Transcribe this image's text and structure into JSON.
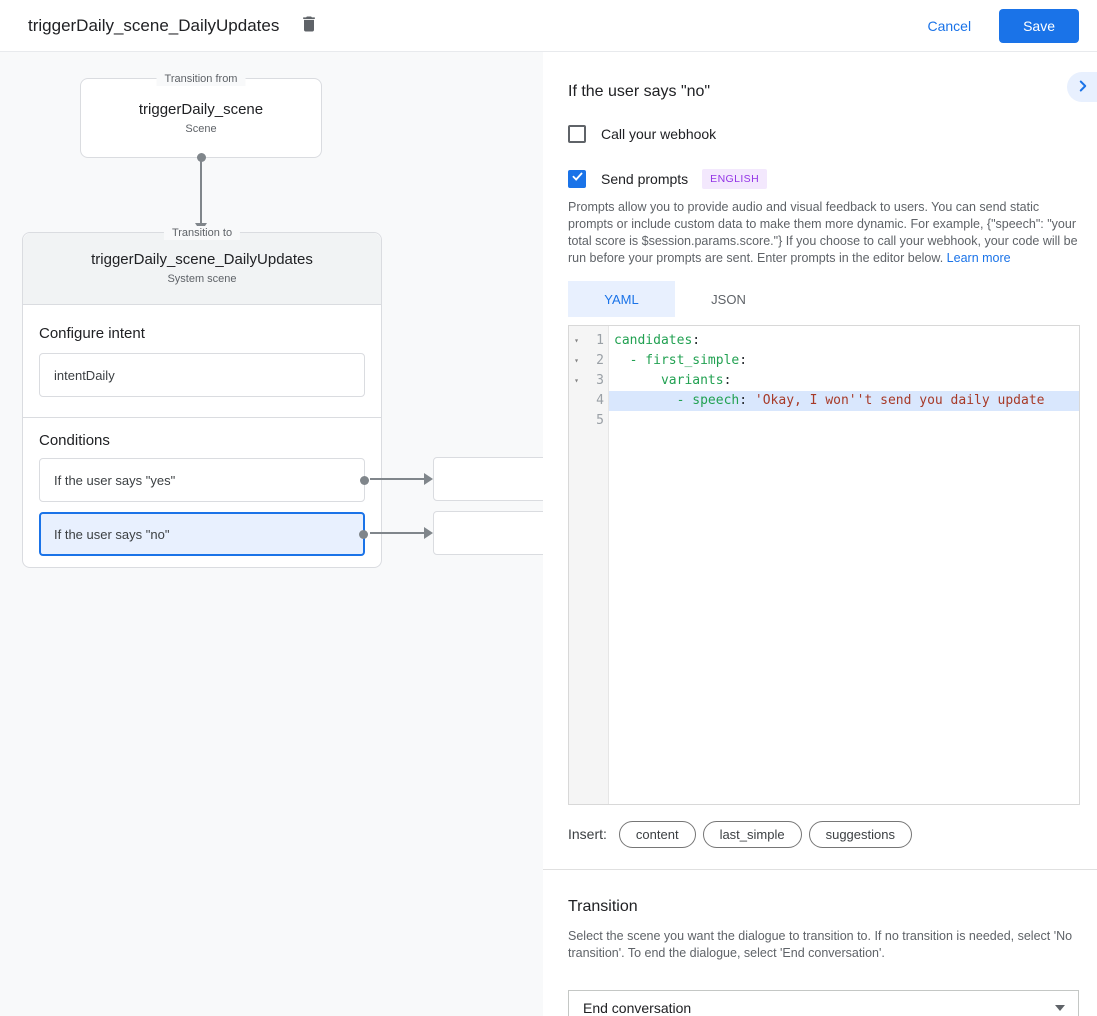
{
  "header": {
    "title": "triggerDaily_scene_DailyUpdates",
    "cancel_label": "Cancel",
    "save_label": "Save"
  },
  "flow": {
    "from_node": {
      "legend": "Transition from",
      "title": "triggerDaily_scene",
      "subtitle": "Scene"
    },
    "to_node": {
      "legend": "Transition to",
      "title": "triggerDaily_scene_DailyUpdates",
      "subtitle": "System scene"
    },
    "intent": {
      "heading": "Configure intent",
      "value": "intentDaily"
    },
    "conditions": {
      "heading": "Conditions",
      "items": [
        {
          "label": "If the user says \"yes\"",
          "selected": false
        },
        {
          "label": "If the user says \"no\"",
          "selected": true
        }
      ]
    }
  },
  "panel": {
    "title": "If the user says \"no\"",
    "webhook": {
      "label": "Call your webhook",
      "checked": false
    },
    "send_prompts": {
      "label": "Send prompts",
      "checked": true,
      "badge": "ENGLISH"
    },
    "description": "Prompts allow you to provide audio and visual feedback to users. You can send static prompts or include custom data to make them more dynamic. For example, {\"speech\": \"your total score is $session.params.score.\"} If you choose to call your webhook, your code will be run before your prompts are sent. Enter prompts in the editor below. ",
    "learn_more_label": "Learn more",
    "tabs": [
      {
        "label": "YAML",
        "active": true
      },
      {
        "label": "JSON",
        "active": false
      }
    ],
    "editor": {
      "lines": [
        {
          "num": "1",
          "fold": "▾",
          "active": false,
          "segs": [
            {
              "t": "candidates",
              "c": "key"
            },
            {
              "t": ":",
              "c": "pln"
            }
          ]
        },
        {
          "num": "2",
          "fold": "▾",
          "active": false,
          "segs": [
            {
              "t": "  - first_simple",
              "c": "key"
            },
            {
              "t": ":",
              "c": "pln"
            }
          ]
        },
        {
          "num": "3",
          "fold": "▾",
          "active": false,
          "segs": [
            {
              "t": "      variants",
              "c": "key"
            },
            {
              "t": ":",
              "c": "pln"
            }
          ]
        },
        {
          "num": "4",
          "fold": "",
          "active": true,
          "segs": [
            {
              "t": "        - speech",
              "c": "key"
            },
            {
              "t": ": ",
              "c": "pln"
            },
            {
              "t": "'Okay, I won''t send you daily update",
              "c": "str"
            }
          ]
        },
        {
          "num": "5",
          "fold": "",
          "active": false,
          "segs": []
        }
      ]
    },
    "insert": {
      "label": "Insert:",
      "pills": [
        "content",
        "last_simple",
        "suggestions"
      ]
    },
    "transition": {
      "heading": "Transition",
      "description": "Select the scene you want the dialogue to transition to. If no transition is needed, select 'No transition'. To end the dialogue, select 'End conversation'.",
      "value": "End conversation"
    }
  },
  "icons": {
    "delete": "trash-icon",
    "collapse": "chevron-right-icon",
    "checkmark": "check-icon",
    "dropdown": "caret-down-icon",
    "fold": "fold-arrow-icon"
  },
  "colors": {
    "accent": "#1a73e8",
    "selected_bg": "#e8f0fe",
    "badge_bg": "#f3e8fd",
    "badge_text": "#9334e6",
    "code_key": "#22a152",
    "code_string": "#a73a28",
    "active_line_bg": "#d9e7fd",
    "canvas_bg": "#f8f9fa"
  }
}
